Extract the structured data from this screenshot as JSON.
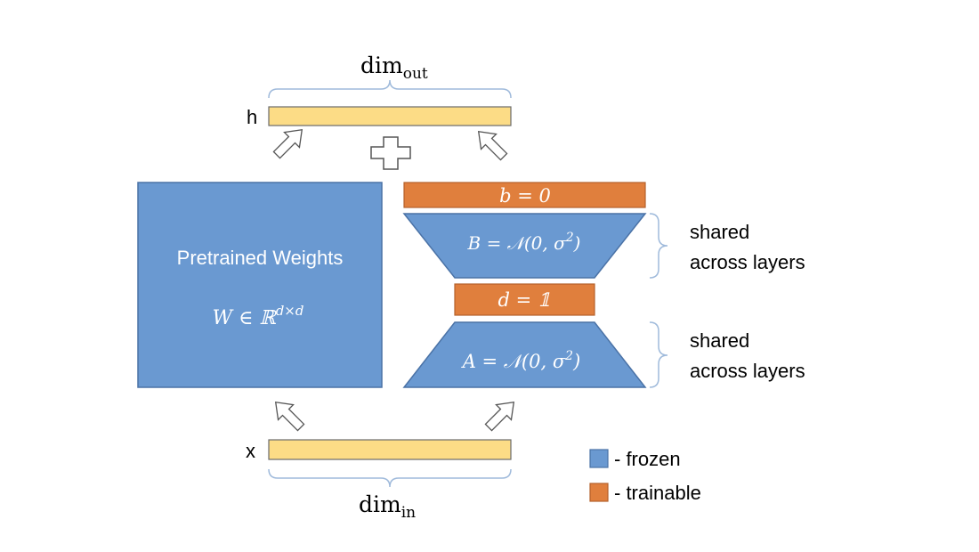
{
  "colors": {
    "frozen": "#6a99d1",
    "frozen_border": "#4a72a6",
    "trainable": "#e07f3d",
    "trainable_border": "#b4612b",
    "vector": "#fcdc86",
    "vector_border": "#6b6b6b",
    "brace": "#9fbadb"
  },
  "labels": {
    "dim_out_main": "dim",
    "dim_out_sub": "out",
    "dim_in_main": "dim",
    "dim_in_sub": "in",
    "h": "h",
    "x": "x"
  },
  "pretrained": {
    "title": "Pretrained Weights",
    "formula": "W ∈ ℝ",
    "formula_sup": "d×d"
  },
  "lora": {
    "b_bias": "b = 0",
    "B_matrix": "B = 𝒩(0, σ",
    "B_sup": "2",
    "B_close": ")",
    "d_vector": "d = 𝟙",
    "A_matrix": "A = 𝒩(0, σ",
    "A_sup": "2",
    "A_close": ")"
  },
  "notes": {
    "shared_line1": "shared",
    "shared_line2": "across layers"
  },
  "legend": {
    "icon_names": [
      "square-frozen-icon",
      "square-trainable-icon"
    ],
    "frozen": "- frozen",
    "trainable": "- trainable"
  },
  "icons": {
    "plus": "plus-icon",
    "arrow": "arrow-icon"
  }
}
